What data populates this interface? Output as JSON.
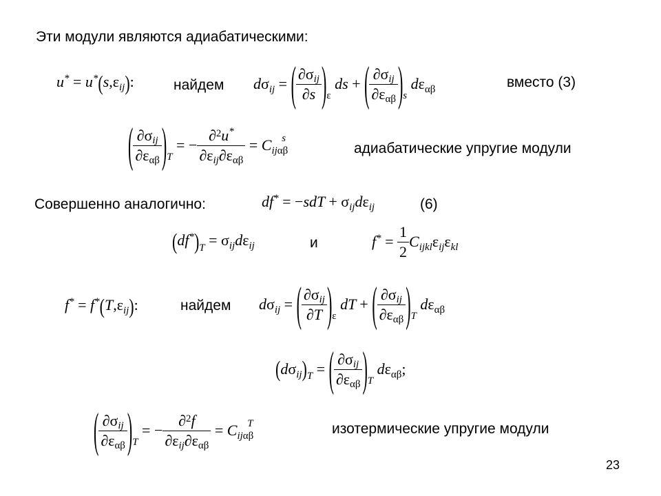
{
  "heading": "Эти модули являются адиабатическими:",
  "labels": {
    "find1": "найдем",
    "instead": "вместо (3)",
    "adiabatic": "адиабатические упругие модули",
    "similarly": "Совершенно аналогично:",
    "eq6": "(6)",
    "and": "и",
    "find2": "найдем",
    "isothermal": "изотермические упругие модули"
  },
  "page_number": "23"
}
